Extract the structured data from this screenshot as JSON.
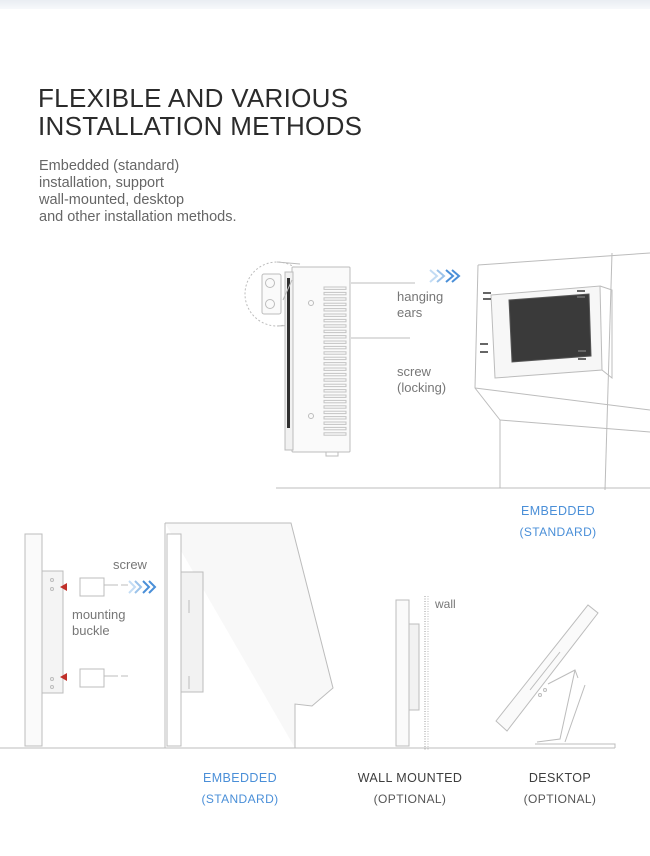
{
  "heading": {
    "line1": "FLEXIBLE AND VARIOUS",
    "line2": "INSTALLATION METHODS"
  },
  "intro": {
    "line1": "Embedded (standard)",
    "line2": "installation, support",
    "line3": "wall-mounted, desktop",
    "line4": "and other installation methods."
  },
  "top_diagram": {
    "hanging_label_1": "hanging",
    "hanging_label_2": "ears",
    "screw_label_1": "screw",
    "screw_label_2": "(locking)",
    "caption_title": "EMBEDDED",
    "caption_sub": "(STANDARD)"
  },
  "bottom_diagram": {
    "screw_label": "screw",
    "buckle_label_1": "mounting",
    "buckle_label_2": "buckle",
    "wall_label": "wall"
  },
  "captions": [
    {
      "title": "EMBEDDED",
      "sub": "(STANDARD)"
    },
    {
      "title": "WALL MOUNTED",
      "sub": "(OPTIONAL)"
    },
    {
      "title": "DESKTOP",
      "sub": "(OPTIONAL)"
    }
  ],
  "colors": {
    "accent": "#4a8fd8",
    "arrow": "#6aa8e8",
    "screw_red": "#c0302a",
    "line": "#b9b9b9"
  }
}
